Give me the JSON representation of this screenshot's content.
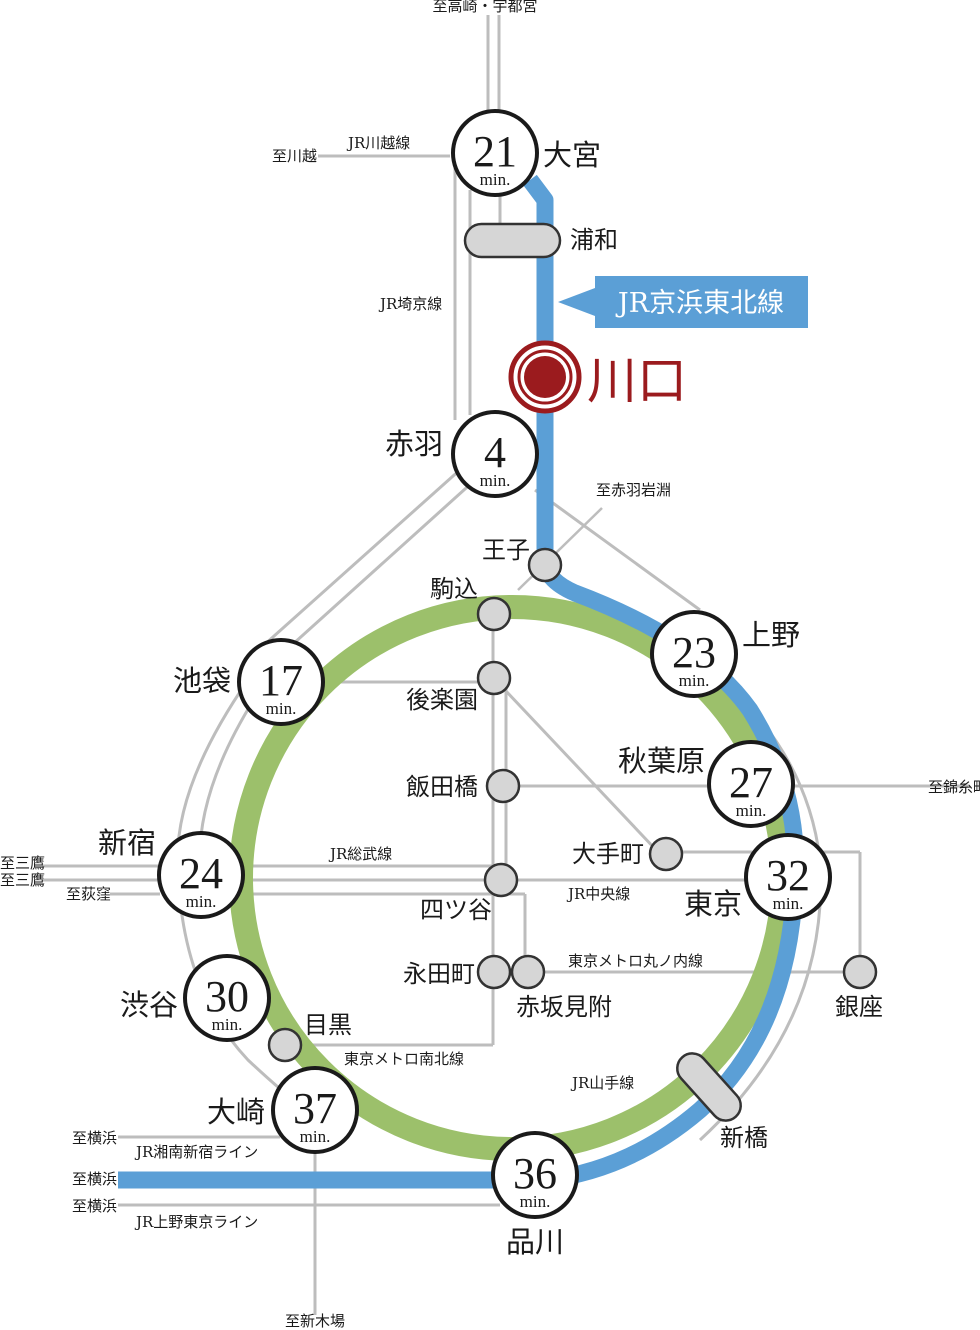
{
  "colors": {
    "keihin_tohoku": "#5b9fd6",
    "yamanote": "#9cc06b",
    "other_lines": "#bdbdbd",
    "kawaguchi": "#9b1b1e"
  },
  "highlight": {
    "station": "川口",
    "line_banner": "JR京浜東北線"
  },
  "minutes_unit": "min.",
  "timed_stations": [
    {
      "name": "大宮",
      "minutes": "21"
    },
    {
      "name": "赤羽",
      "minutes": "4"
    },
    {
      "name": "上野",
      "minutes": "23"
    },
    {
      "name": "池袋",
      "minutes": "17"
    },
    {
      "name": "秋葉原",
      "minutes": "27"
    },
    {
      "name": "新宿",
      "minutes": "24"
    },
    {
      "name": "東京",
      "minutes": "32"
    },
    {
      "name": "渋谷",
      "minutes": "30"
    },
    {
      "name": "大崎",
      "minutes": "37"
    },
    {
      "name": "品川",
      "minutes": "36"
    }
  ],
  "stations": {
    "urawa": "浦和",
    "oji": "王子",
    "komagome": "駒込",
    "korakuen": "後楽園",
    "iidabashi": "飯田橋",
    "otemachi": "大手町",
    "yotsuya": "四ツ谷",
    "nagatacho": "永田町",
    "akasaka_mitsuke": "赤坂見附",
    "ginza": "銀座",
    "meguro": "目黒",
    "shimbashi": "新橋"
  },
  "lines": {
    "kawagoe": "JR川越線",
    "saikyo": "JR埼京線",
    "sobu": "JR総武線",
    "chuo": "JR中央線",
    "marunouchi": "東京メトロ丸ノ内線",
    "namboku": "東京メトロ南北線",
    "yamanote": "JR山手線",
    "shonan_shinjuku": "JR湘南新宿ライン",
    "ueno_tokyo": "JR上野東京ライン"
  },
  "directions": {
    "takasaki_utsunomiya": "至高崎・宇都宮",
    "kawagoe": "至川越",
    "akabane_iwabuchi": "至赤羽岩淵",
    "kinshicho": "至錦糸町",
    "mitaka_1": "至三鷹",
    "mitaka_2": "至三鷹",
    "ogikubo": "至荻窪",
    "yokohama_1": "至横浜",
    "yokohama_2": "至横浜",
    "yokohama_3": "至横浜",
    "shinkiba": "至新木場"
  }
}
